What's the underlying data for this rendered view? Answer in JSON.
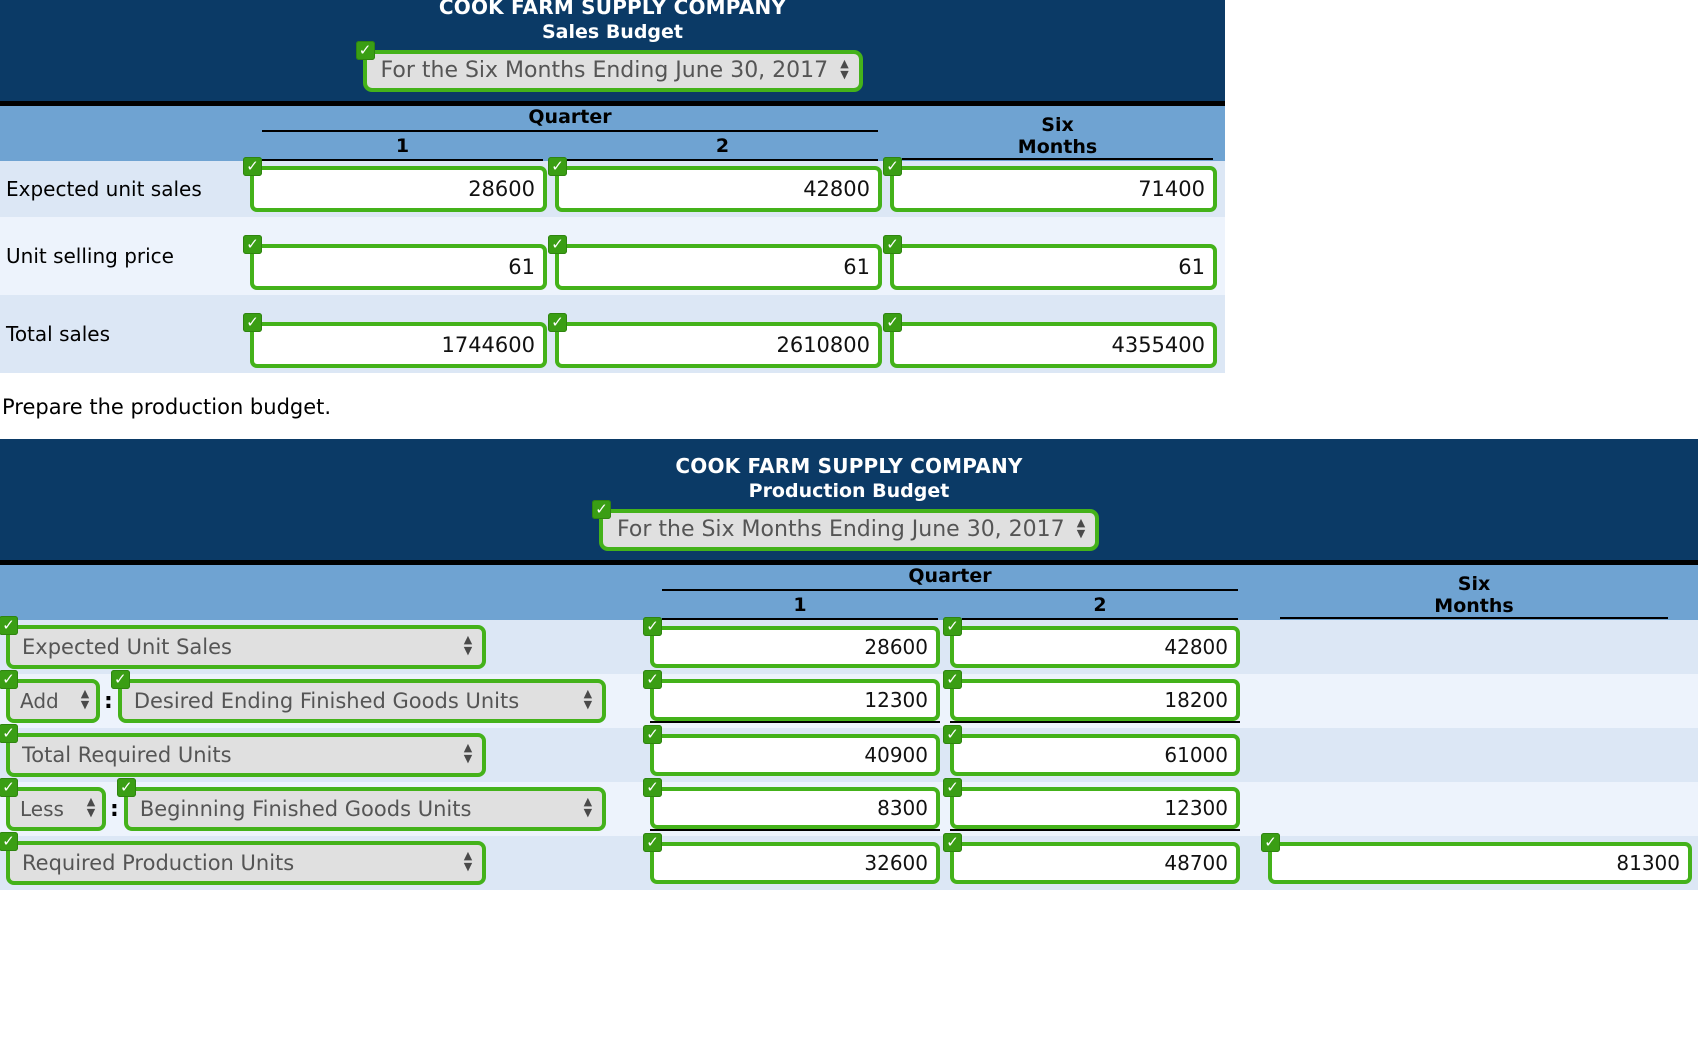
{
  "sales_budget": {
    "company": "COOK FARM SUPPLY COMPANY",
    "title": "Sales Budget",
    "period": "For the Six Months Ending June 30, 2017",
    "col_group": "Quarter",
    "columns": [
      "1",
      "2"
    ],
    "six_months_line1": "Six",
    "six_months_line2": "Months",
    "currency_symbol": "$",
    "rows": [
      {
        "label": "Expected unit sales",
        "q1": "28600",
        "q2": "42800",
        "six": "71400",
        "money": false,
        "rule": "none"
      },
      {
        "label": "Unit selling price",
        "q1": "61",
        "q2": "61",
        "six": "61",
        "money": true,
        "rule": "single"
      },
      {
        "label": "Total sales",
        "q1": "1744600",
        "q2": "2610800",
        "six": "4355400",
        "money": true,
        "rule": "double"
      }
    ]
  },
  "instruction": "Prepare the production budget.",
  "production_budget": {
    "company": "COOK FARM SUPPLY COMPANY",
    "title": "Production Budget",
    "period": "For the Six Months Ending June 30, 2017",
    "col_group": "Quarter",
    "columns": [
      "1",
      "2"
    ],
    "six_months_line1": "Six",
    "six_months_line2": "Months",
    "rows": [
      {
        "prefix": "",
        "label": "Expected Unit Sales",
        "q1": "28600",
        "q2": "42800",
        "six": "",
        "rule": "none"
      },
      {
        "prefix": "Add",
        "label": "Desired Ending Finished Goods Units",
        "q1": "12300",
        "q2": "18200",
        "six": "",
        "rule": "single"
      },
      {
        "prefix": "",
        "label": "Total Required Units",
        "q1": "40900",
        "q2": "61000",
        "six": "",
        "rule": "none"
      },
      {
        "prefix": "Less",
        "label": "Beginning Finished Goods Units",
        "q1": "8300",
        "q2": "12300",
        "six": "",
        "rule": "single"
      },
      {
        "prefix": "",
        "label": "Required Production Units",
        "q1": "32600",
        "q2": "48700",
        "six": "81300",
        "rule": "none"
      }
    ]
  },
  "icons": {
    "check": "check-icon",
    "spinner": "updown-arrows-icon"
  },
  "colors": {
    "header_band": "#0b3a66",
    "column_header": "#6fa3d2",
    "row_alt_a": "#dce7f5",
    "row_alt_b": "#edf3fc",
    "validated_green": "#44b21a",
    "select_face": "#e0e0e0"
  }
}
